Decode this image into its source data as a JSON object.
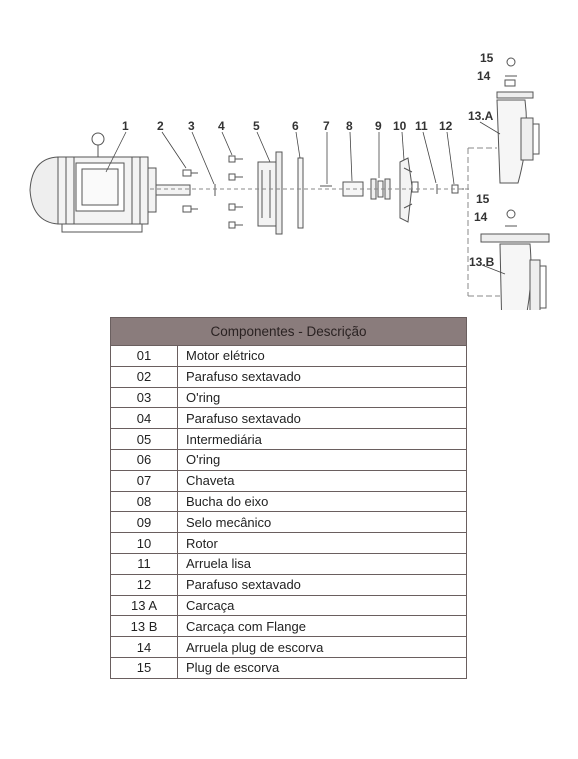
{
  "diagram": {
    "callouts": [
      {
        "id": "callout-1",
        "label": "1"
      },
      {
        "id": "callout-2",
        "label": "2"
      },
      {
        "id": "callout-3",
        "label": "3"
      },
      {
        "id": "callout-4",
        "label": "4"
      },
      {
        "id": "callout-5",
        "label": "5"
      },
      {
        "id": "callout-6",
        "label": "6"
      },
      {
        "id": "callout-7",
        "label": "7"
      },
      {
        "id": "callout-8",
        "label": "8"
      },
      {
        "id": "callout-9",
        "label": "9"
      },
      {
        "id": "callout-10",
        "label": "10"
      },
      {
        "id": "callout-11",
        "label": "11"
      },
      {
        "id": "callout-12",
        "label": "12"
      },
      {
        "id": "callout-13a",
        "label": "13.A"
      },
      {
        "id": "callout-13b",
        "label": "13.B"
      },
      {
        "id": "callout-14-top",
        "label": "14"
      },
      {
        "id": "callout-15-top",
        "label": "15"
      },
      {
        "id": "callout-14-mid",
        "label": "14"
      },
      {
        "id": "callout-15-mid",
        "label": "15"
      }
    ]
  },
  "table": {
    "header": "Componentes - Descrição",
    "rows": [
      {
        "code": "01",
        "desc": "Motor elétrico"
      },
      {
        "code": "02",
        "desc": "Parafuso sextavado"
      },
      {
        "code": "03",
        "desc": "O'ring"
      },
      {
        "code": "04",
        "desc": "Parafuso sextavado"
      },
      {
        "code": "05",
        "desc": "Intermediária"
      },
      {
        "code": "06",
        "desc": "O'ring"
      },
      {
        "code": "07",
        "desc": "Chaveta"
      },
      {
        "code": "08",
        "desc": "Bucha do eixo"
      },
      {
        "code": "09",
        "desc": "Selo mecânico"
      },
      {
        "code": "10",
        "desc": "Rotor"
      },
      {
        "code": "11",
        "desc": "Arruela lisa"
      },
      {
        "code": "12",
        "desc": "Parafuso sextavado"
      },
      {
        "code": "13 A",
        "desc": "Carcaça"
      },
      {
        "code": "13 B",
        "desc": "Carcaça com Flange"
      },
      {
        "code": "14",
        "desc": "Arruela plug de escorva"
      },
      {
        "code": "15",
        "desc": "Plug de escorva"
      }
    ]
  }
}
